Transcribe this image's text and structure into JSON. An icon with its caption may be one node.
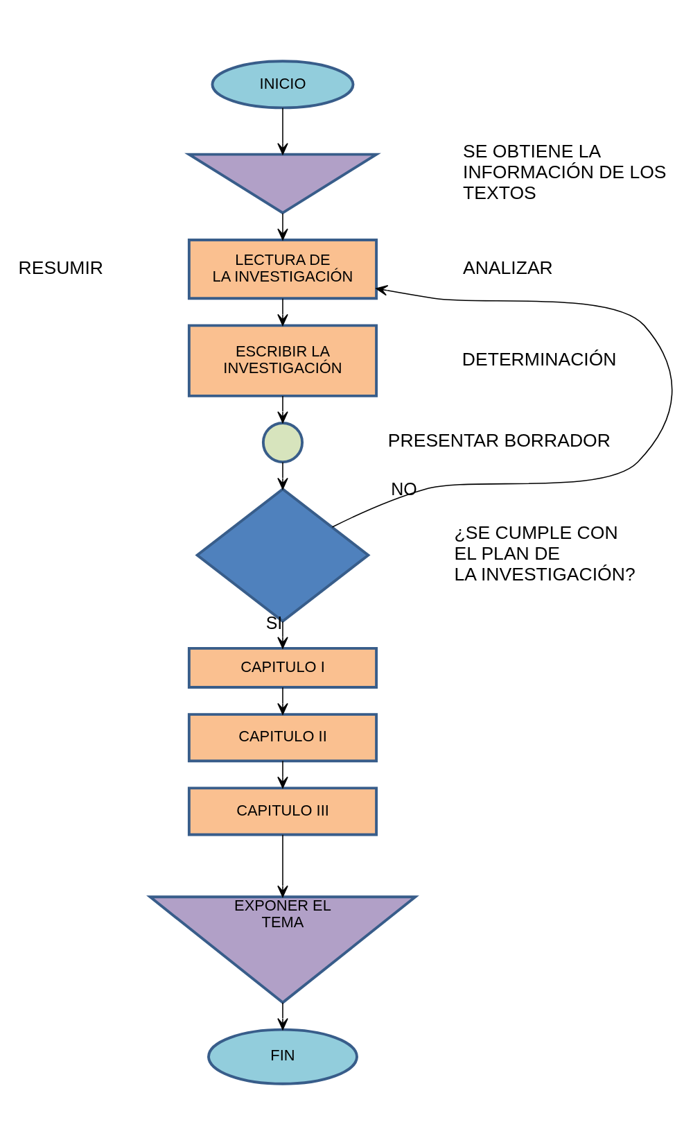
{
  "diagram": {
    "nodes": [
      {
        "text": [
          "INICIO"
        ]
      },
      {
        "text": [],
        "shape": "triangle"
      },
      {
        "text": [
          "LECTURA DE LA INVESTIGACIÓN"
        ]
      },
      {
        "text": [
          "ESCRIBIR LA INVESTIGACIÓN"
        ]
      },
      {
        "text": [],
        "shape": "circle"
      },
      {
        "text": [],
        "shape": "diamond"
      },
      {
        "text": [
          "CAPITULO I"
        ]
      },
      {
        "text": [
          "CAPITULO II"
        ]
      },
      {
        "text": [
          "CAPITULO III"
        ]
      },
      {
        "text": [
          "EXPONER EL TEMA"
        ]
      },
      {
        "text": [
          "FIN"
        ]
      }
    ],
    "edges": [
      {
        "from": 0,
        "to": 1,
        "arrow": "to"
      },
      {
        "from": 1,
        "to": 2,
        "arrow": "to"
      },
      {
        "from": 2,
        "to": 3,
        "arrow": "to"
      },
      {
        "from": 3,
        "to": 4,
        "arrow": "to"
      },
      {
        "from": 4,
        "to": 5,
        "arrow": "to"
      },
      {
        "from": 5,
        "to": 2,
        "arrow": "to",
        "label": "NO"
      },
      {
        "from": 5,
        "to": 6,
        "arrow": "to",
        "label": "SI"
      },
      {
        "from": 6,
        "to": 7,
        "arrow": "to"
      },
      {
        "from": 7,
        "to": 8,
        "arrow": "to"
      },
      {
        "from": 8,
        "to": 9,
        "arrow": "to"
      },
      {
        "from": 9,
        "to": 10,
        "arrow": "to"
      }
    ],
    "labels": [
      "SE OBTIENE LA INFORMACIÓN DE LOS TEXTOS",
      "RESUMIR",
      "ANALIZAR",
      "DETERMINACIÓN",
      "PRESENTAR BORRADOR",
      "¿SE CUMPLE CON EL PLAN DE LA INVESTIGACIÓN?"
    ]
  }
}
